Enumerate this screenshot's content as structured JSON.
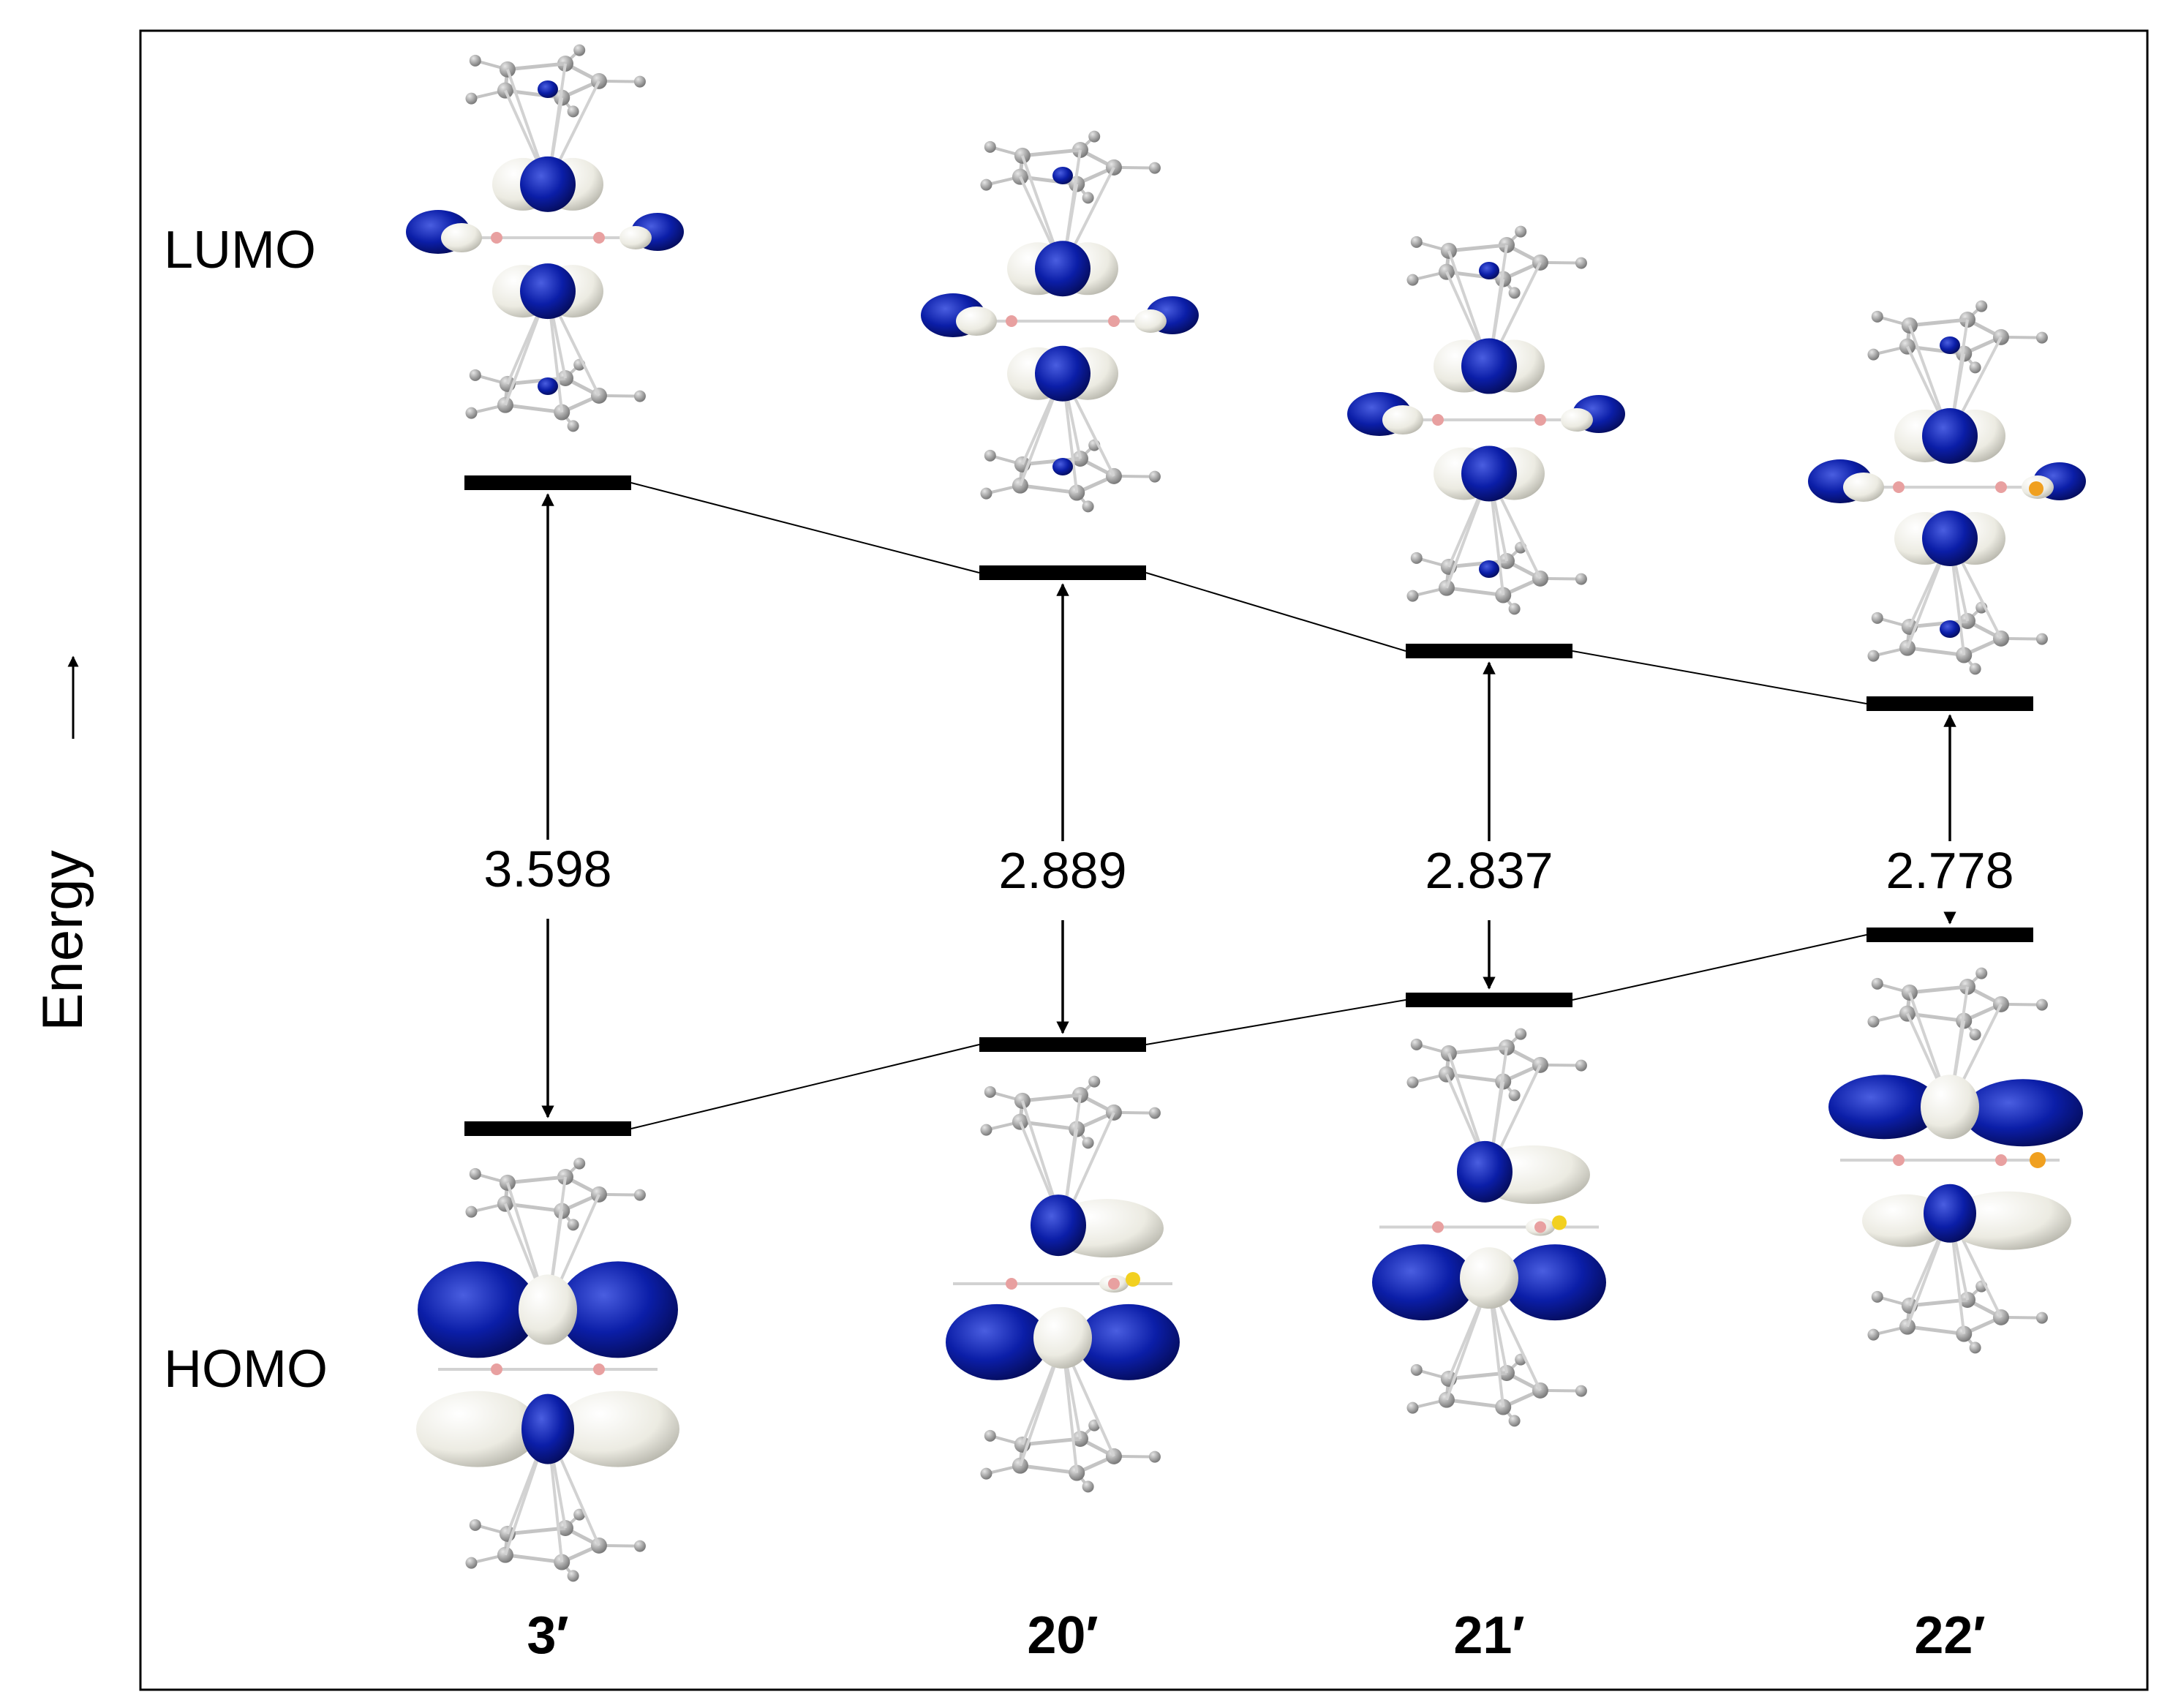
{
  "diagram": {
    "axis_label": "Energy",
    "row_labels": {
      "lumo": "LUMO",
      "homo": "HOMO"
    },
    "colors": {
      "orbital_positive": "#0b1ea8",
      "orbital_negative": "#ecebe2",
      "atom": "#9a9a9a",
      "bond": "#c4c4c4",
      "level": "#000000"
    },
    "compounds": [
      {
        "name": "3′",
        "gap": "3.598",
        "gap_ev": 3.598
      },
      {
        "name": "20′",
        "gap": "2.889",
        "gap_ev": 2.889
      },
      {
        "name": "21′",
        "gap": "2.837",
        "gap_ev": 2.837
      },
      {
        "name": "22′",
        "gap": "2.778",
        "gap_ev": 2.778
      }
    ]
  }
}
